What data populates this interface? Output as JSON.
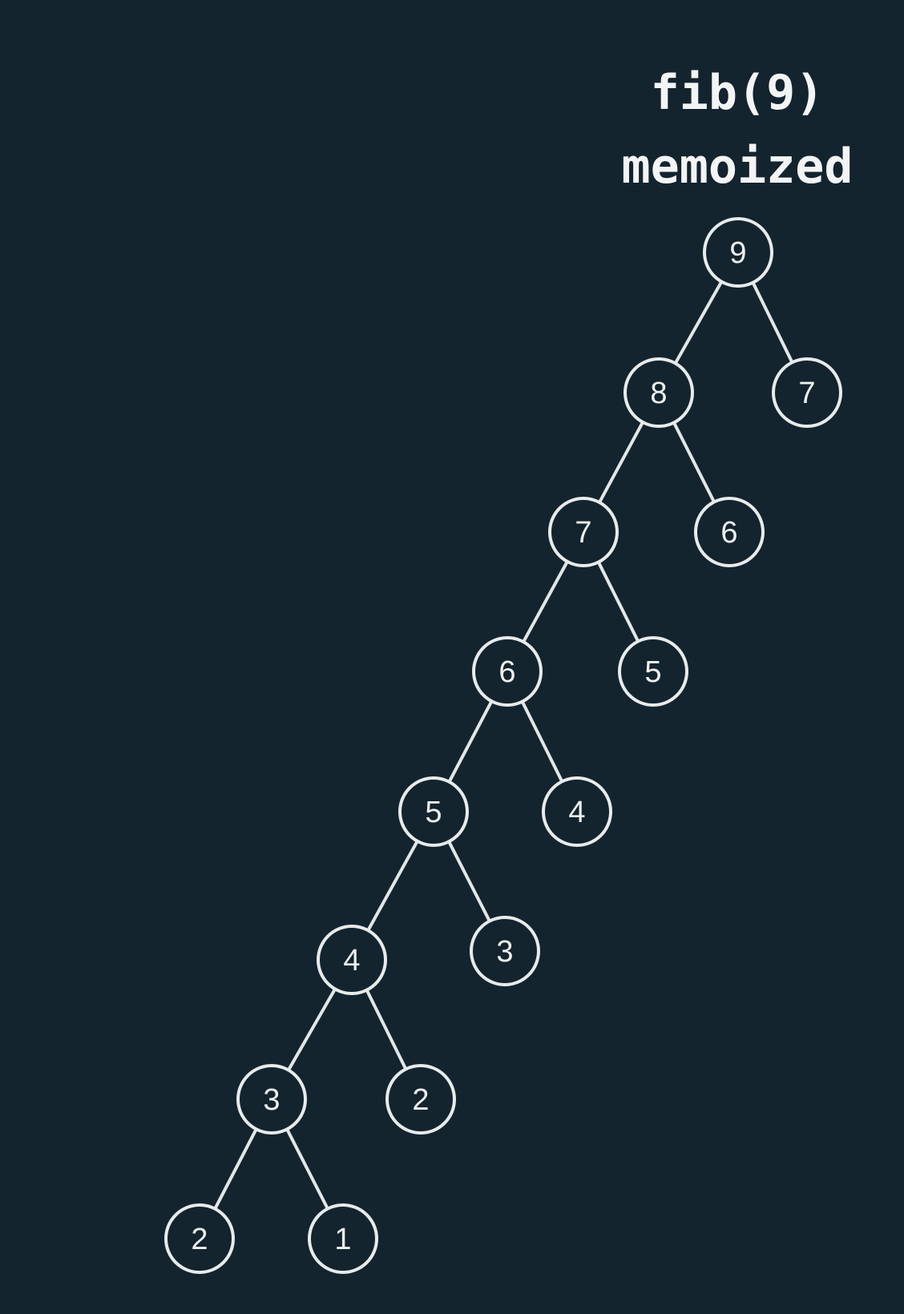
{
  "title": {
    "line1": "fib(9)",
    "line2": "memoized"
  },
  "tree": {
    "nodes": [
      {
        "id": "n9",
        "label": "9"
      },
      {
        "id": "n8",
        "label": "8"
      },
      {
        "id": "n7r",
        "label": "7"
      },
      {
        "id": "n7",
        "label": "7"
      },
      {
        "id": "n6r",
        "label": "6"
      },
      {
        "id": "n6",
        "label": "6"
      },
      {
        "id": "n5r",
        "label": "5"
      },
      {
        "id": "n5",
        "label": "5"
      },
      {
        "id": "n4r",
        "label": "4"
      },
      {
        "id": "n4",
        "label": "4"
      },
      {
        "id": "n3r",
        "label": "3"
      },
      {
        "id": "n3",
        "label": "3"
      },
      {
        "id": "n2r",
        "label": "2"
      },
      {
        "id": "n2",
        "label": "2"
      },
      {
        "id": "n1",
        "label": "1"
      }
    ],
    "edges": [
      [
        "n9",
        "n8"
      ],
      [
        "n9",
        "n7r"
      ],
      [
        "n8",
        "n7"
      ],
      [
        "n8",
        "n6r"
      ],
      [
        "n7",
        "n6"
      ],
      [
        "n7",
        "n5r"
      ],
      [
        "n6",
        "n5"
      ],
      [
        "n6",
        "n4r"
      ],
      [
        "n5",
        "n4"
      ],
      [
        "n5",
        "n3r"
      ],
      [
        "n4",
        "n3"
      ],
      [
        "n4",
        "n2r"
      ],
      [
        "n3",
        "n2"
      ],
      [
        "n3",
        "n1"
      ]
    ]
  }
}
